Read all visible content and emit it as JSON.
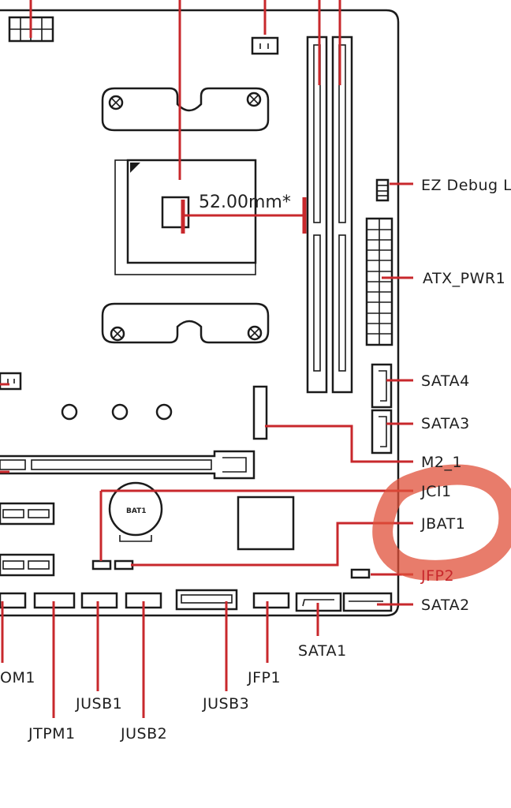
{
  "diagram": {
    "dimension_label": "52.00mm*",
    "battery_label": "BAT1",
    "colors": {
      "line": "#1b1b1b",
      "callout": "#c8282c",
      "marker": "#e0503a"
    },
    "labels": {
      "ez_debug": "EZ Debug LE",
      "atx_pwr1": "ATX_PWR1",
      "sata4": "SATA4",
      "sata3": "SATA3",
      "m2_1": "M2_1",
      "jci1": "JCI1",
      "jbat1": "JBAT1",
      "jfp2": "JFP2",
      "sata2": "SATA2",
      "sata1": "SATA1",
      "com1": "OM1",
      "jfp1": "JFP1",
      "jusb1": "JUSB1",
      "jusb3": "JUSB3",
      "jtpm1": "JTPM1",
      "jusb2": "JUSB2"
    }
  }
}
